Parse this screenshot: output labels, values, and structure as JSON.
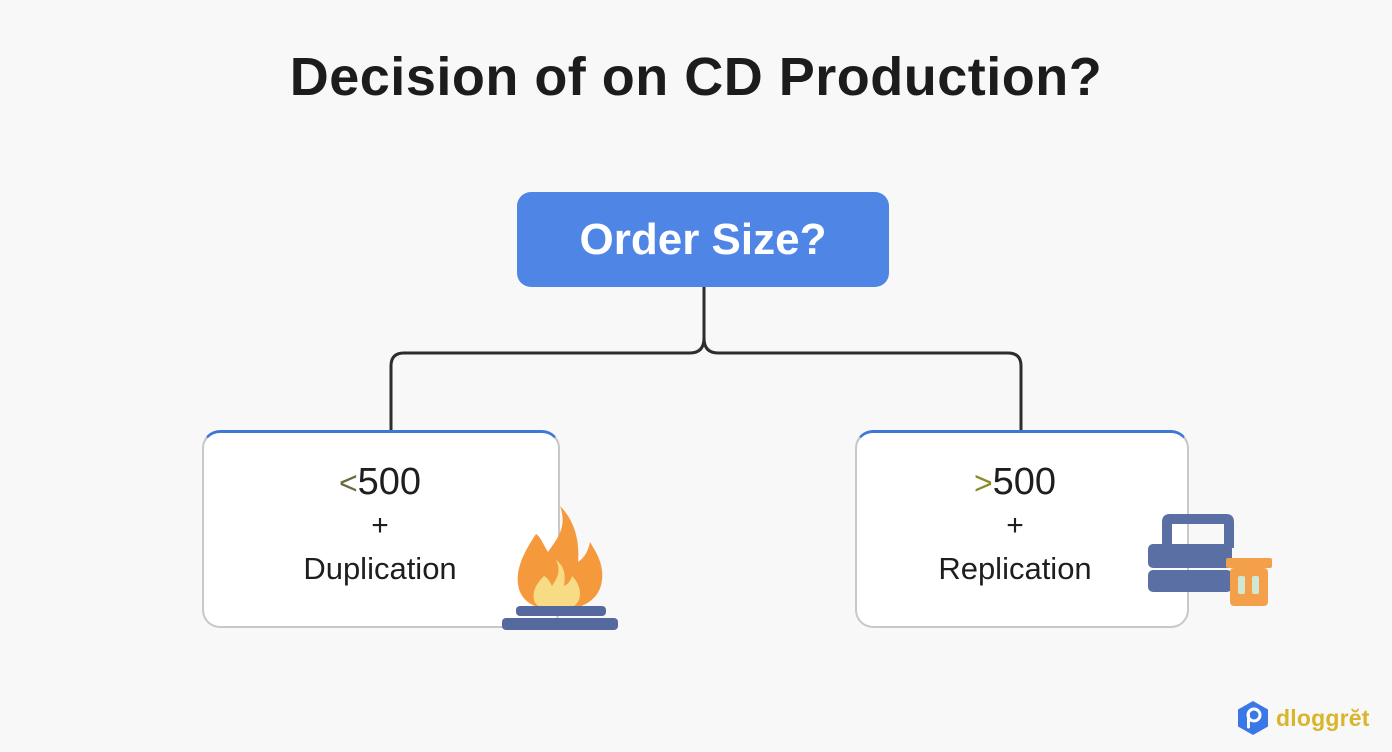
{
  "title": "Decision of on CD Production?",
  "root": {
    "label": "Order Size?",
    "color": "#4f86e6"
  },
  "branches": [
    {
      "operator": "<",
      "value": "500",
      "plus": "+",
      "method": "Duplication",
      "icon": "fire-burner-icon",
      "icon_colors": [
        "#f59a3c",
        "#f7dc85",
        "#56699f"
      ]
    },
    {
      "operator": ">",
      "value": "500",
      "plus": "+",
      "method": "Replication",
      "icon": "toolbox-icon",
      "icon_colors": [
        "#5a6fa3",
        "#f4a04a",
        "#cfe8d5"
      ]
    }
  ],
  "brand": {
    "name": "dloggrĕt",
    "logo_color": "#3b78e7",
    "text_color": "#d8b52a"
  },
  "colors": {
    "background": "#f8f8f8",
    "connector": "#2d2d2d",
    "leaf_top_border": "#3c78d8"
  }
}
